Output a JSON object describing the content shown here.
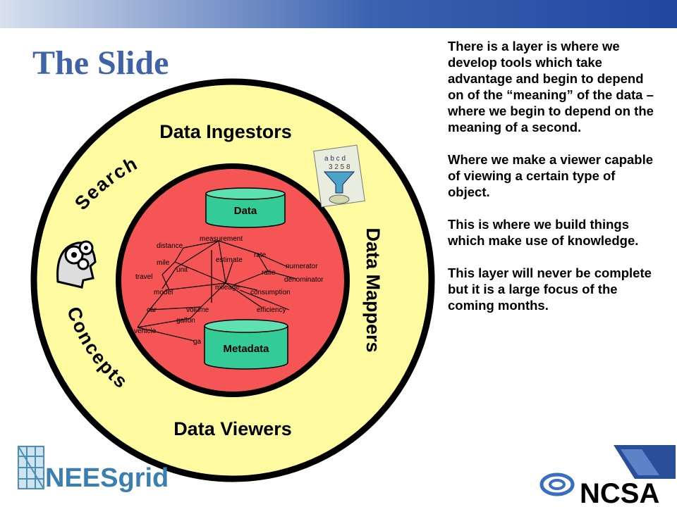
{
  "slide": {
    "title": "The Slide"
  },
  "diagram": {
    "outer_ring": {
      "top_label": "Data Ingestors",
      "right_label": "Data Mappers",
      "bottom_label": "Data Viewers",
      "left_upper_label": "Search",
      "left_lower_label": "Concepts"
    },
    "inner_circle": {
      "top_cylinder": "Data",
      "bottom_cylinder": "Metadata",
      "network_terms": [
        "measurement",
        "distance",
        "rate",
        "mile",
        "estimate",
        "numerator",
        "unit",
        "ratio",
        "travel",
        "denominator",
        "mileage",
        "model",
        "consumption",
        "car",
        "volume",
        "efficiency",
        "gallon",
        "vehicle",
        "ga"
      ]
    }
  },
  "notes": [
    "There is a layer is where we develop tools which take advantage and begin to depend on of the “meaning” of the data – where we begin to depend on the meaning of a second.",
    "Where we make a viewer capable of viewing a certain type of object.",
    "This is where we build things which make use of knowledge.",
    "This layer will never be complete but it is a large focus of the coming months."
  ],
  "logos": {
    "left": "NEESgrid",
    "right": "NCSA"
  },
  "colors": {
    "ring": "#fefba0",
    "inner": "#f55555",
    "cylinder": "#33cc99",
    "title": "#3f63a6"
  }
}
